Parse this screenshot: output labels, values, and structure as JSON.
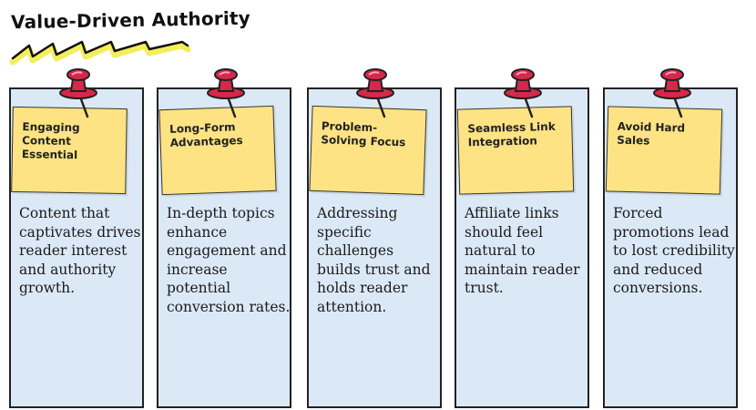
{
  "title": "Value-Driven Authority",
  "colors": {
    "column_bg": "#dbe9f7",
    "note_bg": "#fde384",
    "pin_red": "#d6284a",
    "underline_yellow": "#f3ee5c"
  },
  "cards": [
    {
      "heading": "Engaging Content Essential",
      "body": "Content that captivates drives reader interest and authority growth."
    },
    {
      "heading": "Long-Form Advantages",
      "body": "In-depth topics enhance engagement and increase potential conversion rates."
    },
    {
      "heading": "Problem-Solving Focus",
      "body": "Addressing specific challenges builds trust and holds reader attention."
    },
    {
      "heading": "Seamless Link Integration",
      "body": "Affiliate links should feel natural to maintain reader trust."
    },
    {
      "heading": "Avoid Hard Sales",
      "body": "Forced promotions lead to lost credibility and reduced conversions."
    }
  ]
}
